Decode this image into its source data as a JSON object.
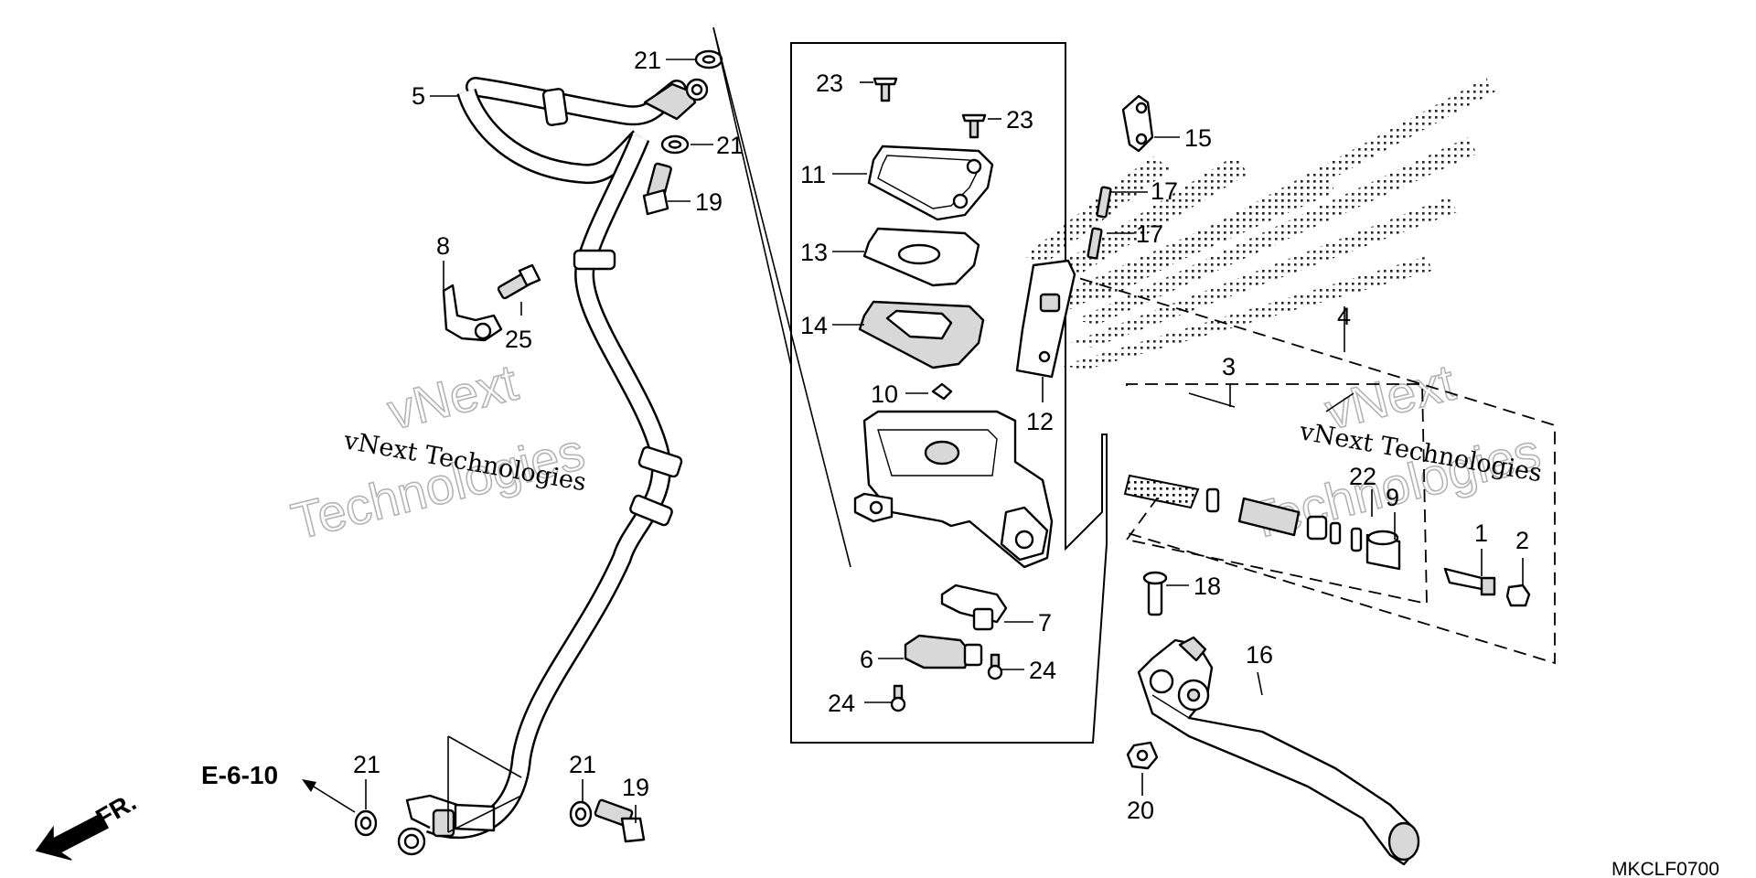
{
  "diagram": {
    "code": "MKCLF0700",
    "reference": "E-6-10",
    "front_marker": "FR.",
    "watermark_line": "vNext Technologies",
    "watermark_big_1": "vNext",
    "watermark_big_2": "Technologies",
    "watermark_big_3": "vNext",
    "watermark_big_4": "Technologies",
    "watermark_line_2": "vNext Technologies"
  },
  "callouts": {
    "c1": "1",
    "c2": "2",
    "c3": "3",
    "c4": "4",
    "c5": "5",
    "c6": "6",
    "c7": "7",
    "c8": "8",
    "c9": "9",
    "c10": "10",
    "c11": "11",
    "c12": "12",
    "c13": "13",
    "c14": "14",
    "c15": "15",
    "c16": "16",
    "c17a": "17",
    "c17b": "17",
    "c18": "18",
    "c19a": "19",
    "c19b": "19",
    "c20": "20",
    "c21a": "21",
    "c21b": "21",
    "c21c": "21",
    "c21d": "21",
    "c22": "22",
    "c23a": "23",
    "c23b": "23",
    "c24a": "24",
    "c24b": "24",
    "c25": "25"
  }
}
